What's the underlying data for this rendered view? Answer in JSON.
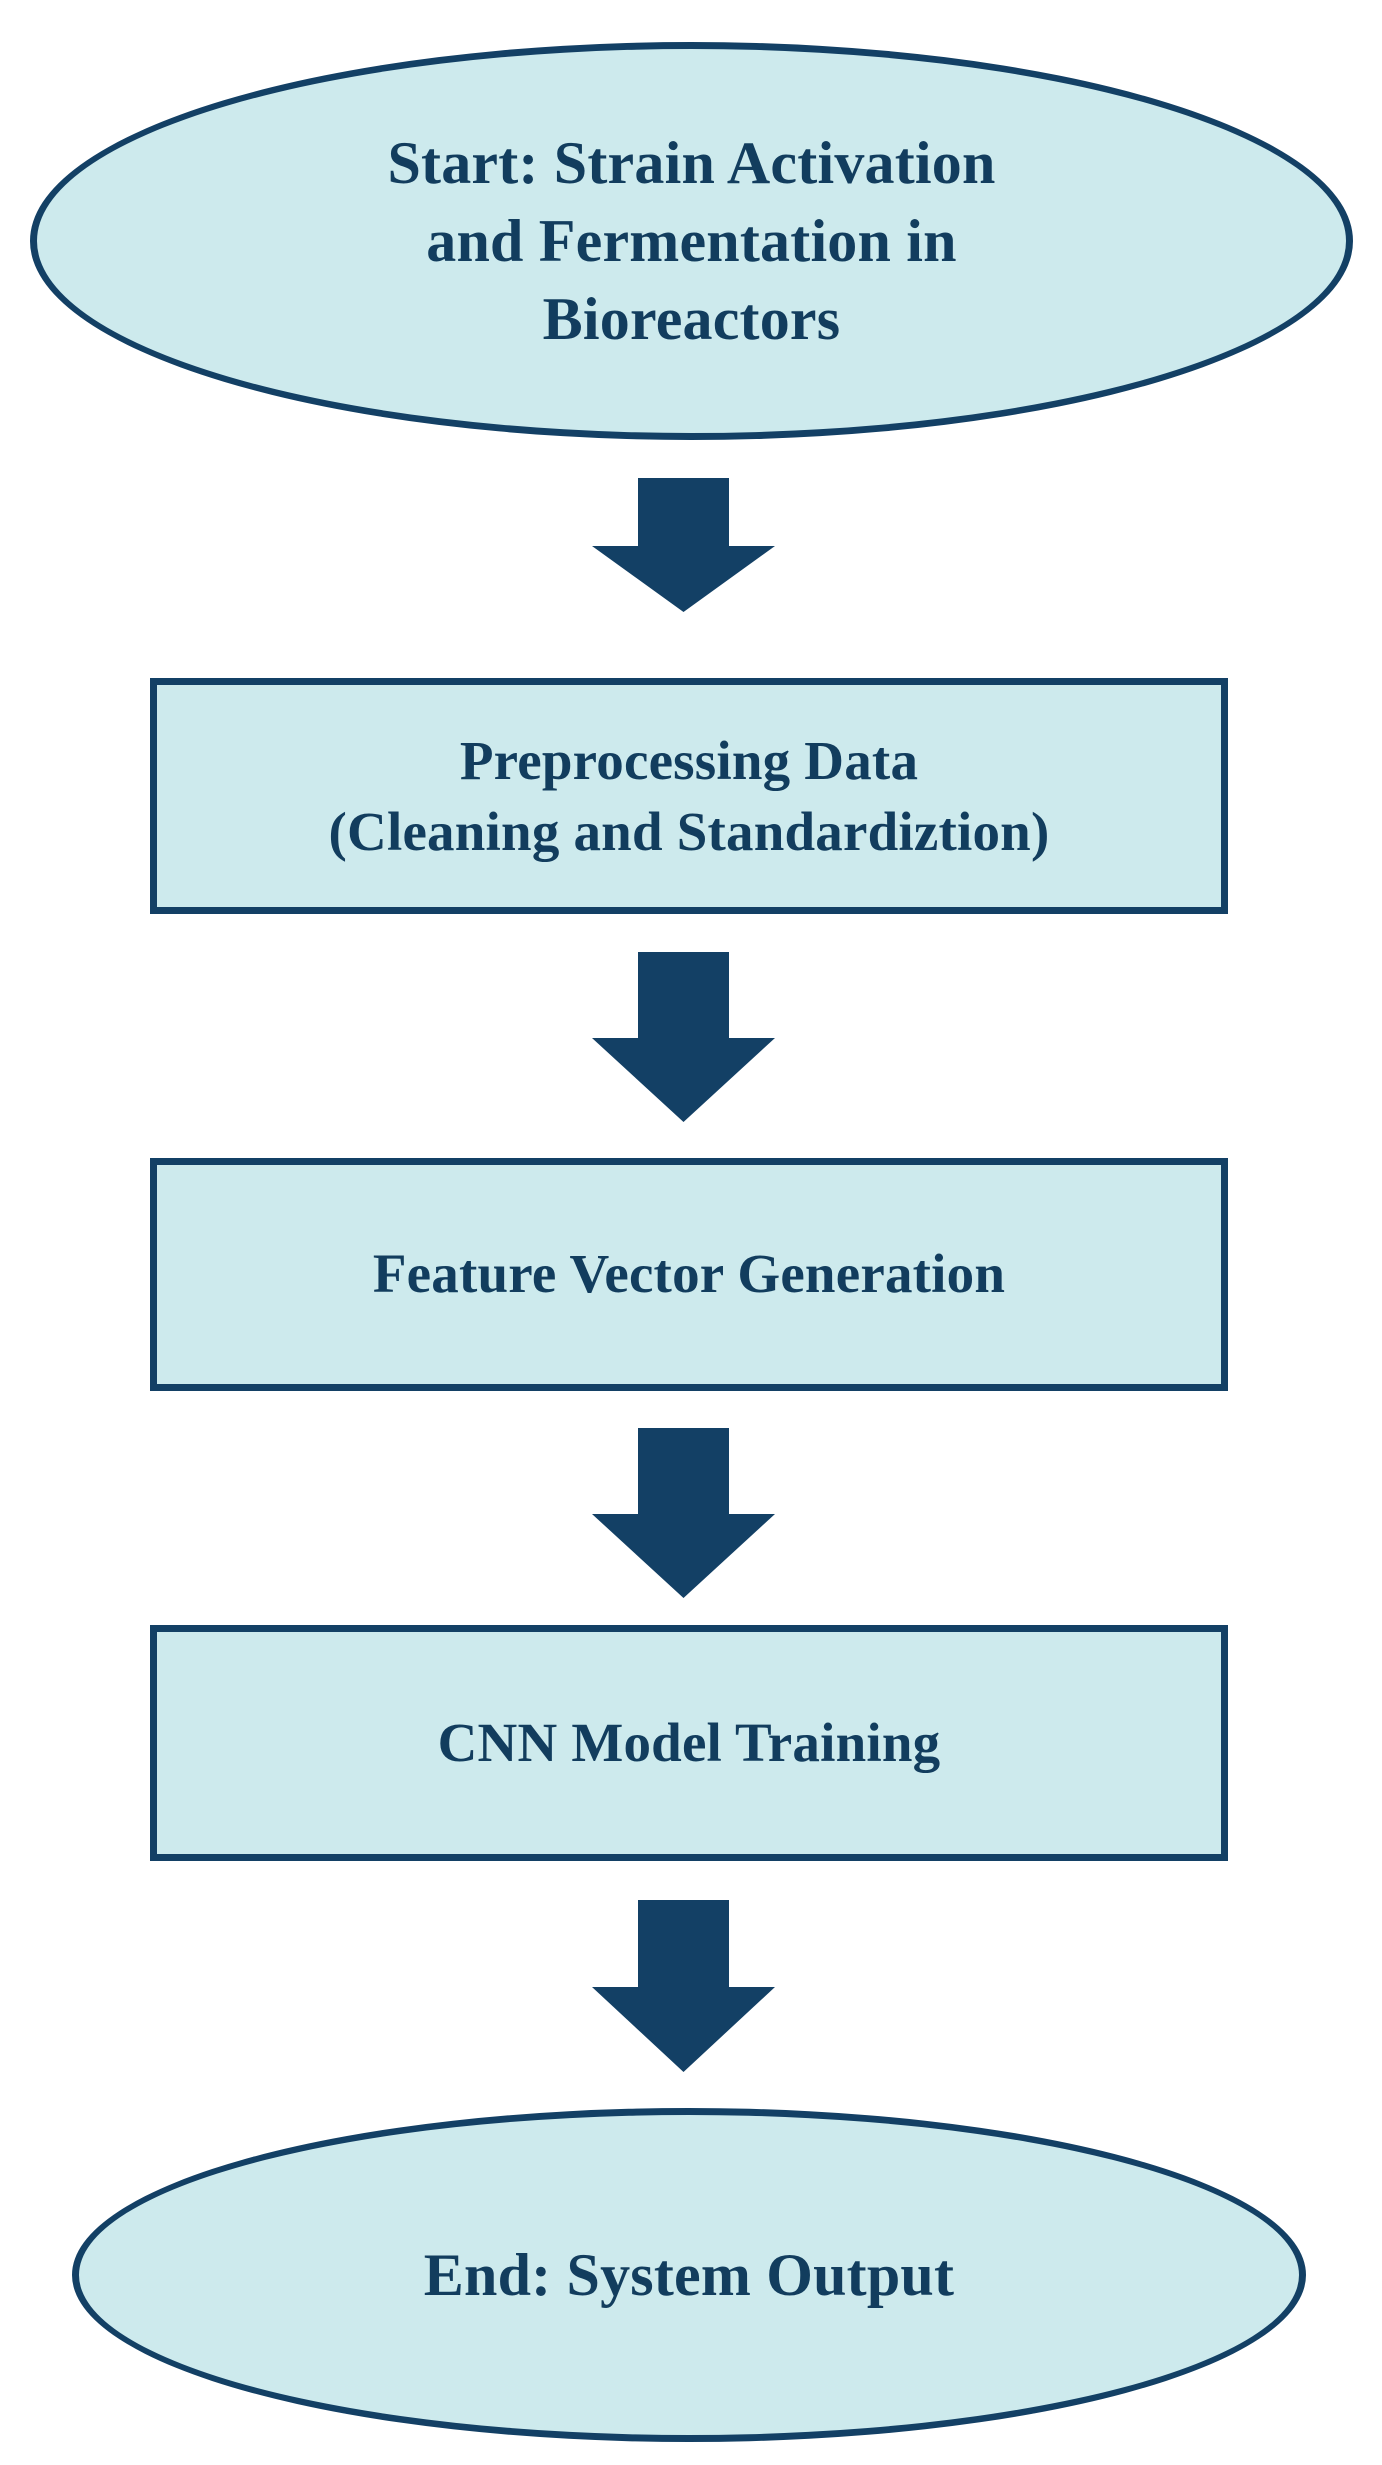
{
  "diagram": {
    "title": "Strain Activation to CNN System Output Flowchart",
    "type": "flowchart",
    "orientation": "vertical",
    "colors": {
      "node_fill": "#cdeaed",
      "node_border": "#134065",
      "text": "#123d5e",
      "arrow": "#134065",
      "background": "#ffffff"
    },
    "nodes": [
      {
        "id": "start",
        "shape": "ellipse",
        "role": "terminator",
        "label": "Start: Strain Activation and Fermentation in Bioreactors",
        "lines": [
          "Start: Strain Activation",
          "and Fermentation in",
          "Bioreactors"
        ]
      },
      {
        "id": "preprocessing",
        "shape": "rectangle",
        "role": "process",
        "label": "Preprocessing Data (Cleaning and Standardiztion)",
        "lines": [
          "Preprocessing Data",
          "(Cleaning and Standardiztion)"
        ]
      },
      {
        "id": "feature",
        "shape": "rectangle",
        "role": "process",
        "label": "Feature Vector Generation",
        "lines": [
          "Feature Vector Generation"
        ]
      },
      {
        "id": "cnn",
        "shape": "rectangle",
        "role": "process",
        "label": "CNN Model Training",
        "lines": [
          "CNN Model Training"
        ]
      },
      {
        "id": "end",
        "shape": "ellipse",
        "role": "terminator",
        "label": "End: System Output",
        "lines": [
          "End: System Output"
        ]
      }
    ],
    "edges": [
      {
        "id": "e1",
        "from": "start",
        "to": "preprocessing",
        "style": "block-arrow",
        "direction": "down",
        "label": ""
      },
      {
        "id": "e2",
        "from": "preprocessing",
        "to": "feature",
        "style": "block-arrow",
        "direction": "down",
        "label": ""
      },
      {
        "id": "e3",
        "from": "feature",
        "to": "cnn",
        "style": "block-arrow",
        "direction": "down",
        "label": ""
      },
      {
        "id": "e4",
        "from": "cnn",
        "to": "end",
        "style": "block-arrow",
        "direction": "down",
        "label": ""
      }
    ]
  }
}
